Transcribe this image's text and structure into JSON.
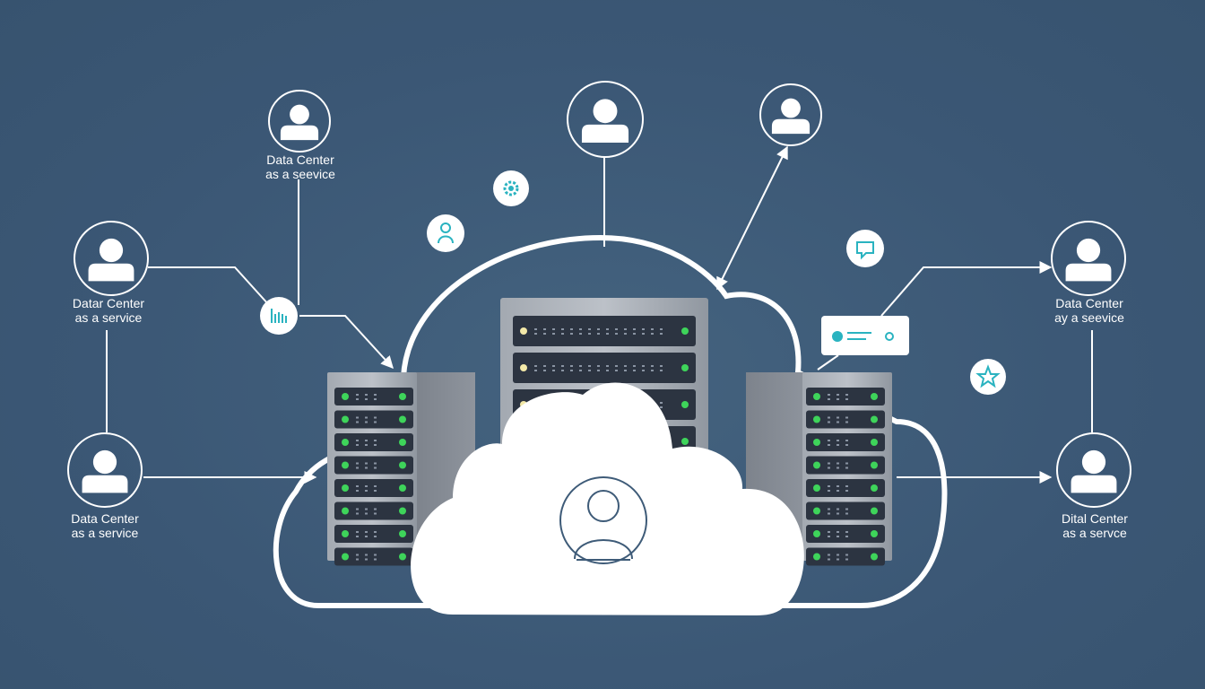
{
  "nodes": {
    "top_left": {
      "line1": "Data Center",
      "line2": "as a seevice"
    },
    "mid_left": {
      "line1": "Datar Center",
      "line2": "as a service"
    },
    "bottom_left": {
      "line1": "Data Center",
      "line2": "as a service"
    },
    "mid_right": {
      "line1": "Data Center",
      "line2": "ay a seevice"
    },
    "bottom_right": {
      "line1": "Dital Center",
      "line2": "as a servce"
    }
  },
  "icons": {
    "user": "user-icon",
    "gear": "gear-icon",
    "chart": "bar-chart-icon",
    "chat": "chat-bubble-icon",
    "star": "star-icon",
    "status": "status-panel-icon",
    "server": "server-rack-icon",
    "cloud": "cloud-icon"
  },
  "colors": {
    "background": "#3d5a78",
    "line": "#ffffff",
    "accent": "#2ab3c0",
    "led_green": "#3ed45a",
    "led_yellow": "#f3e9a8",
    "rack": "#8d939c"
  }
}
